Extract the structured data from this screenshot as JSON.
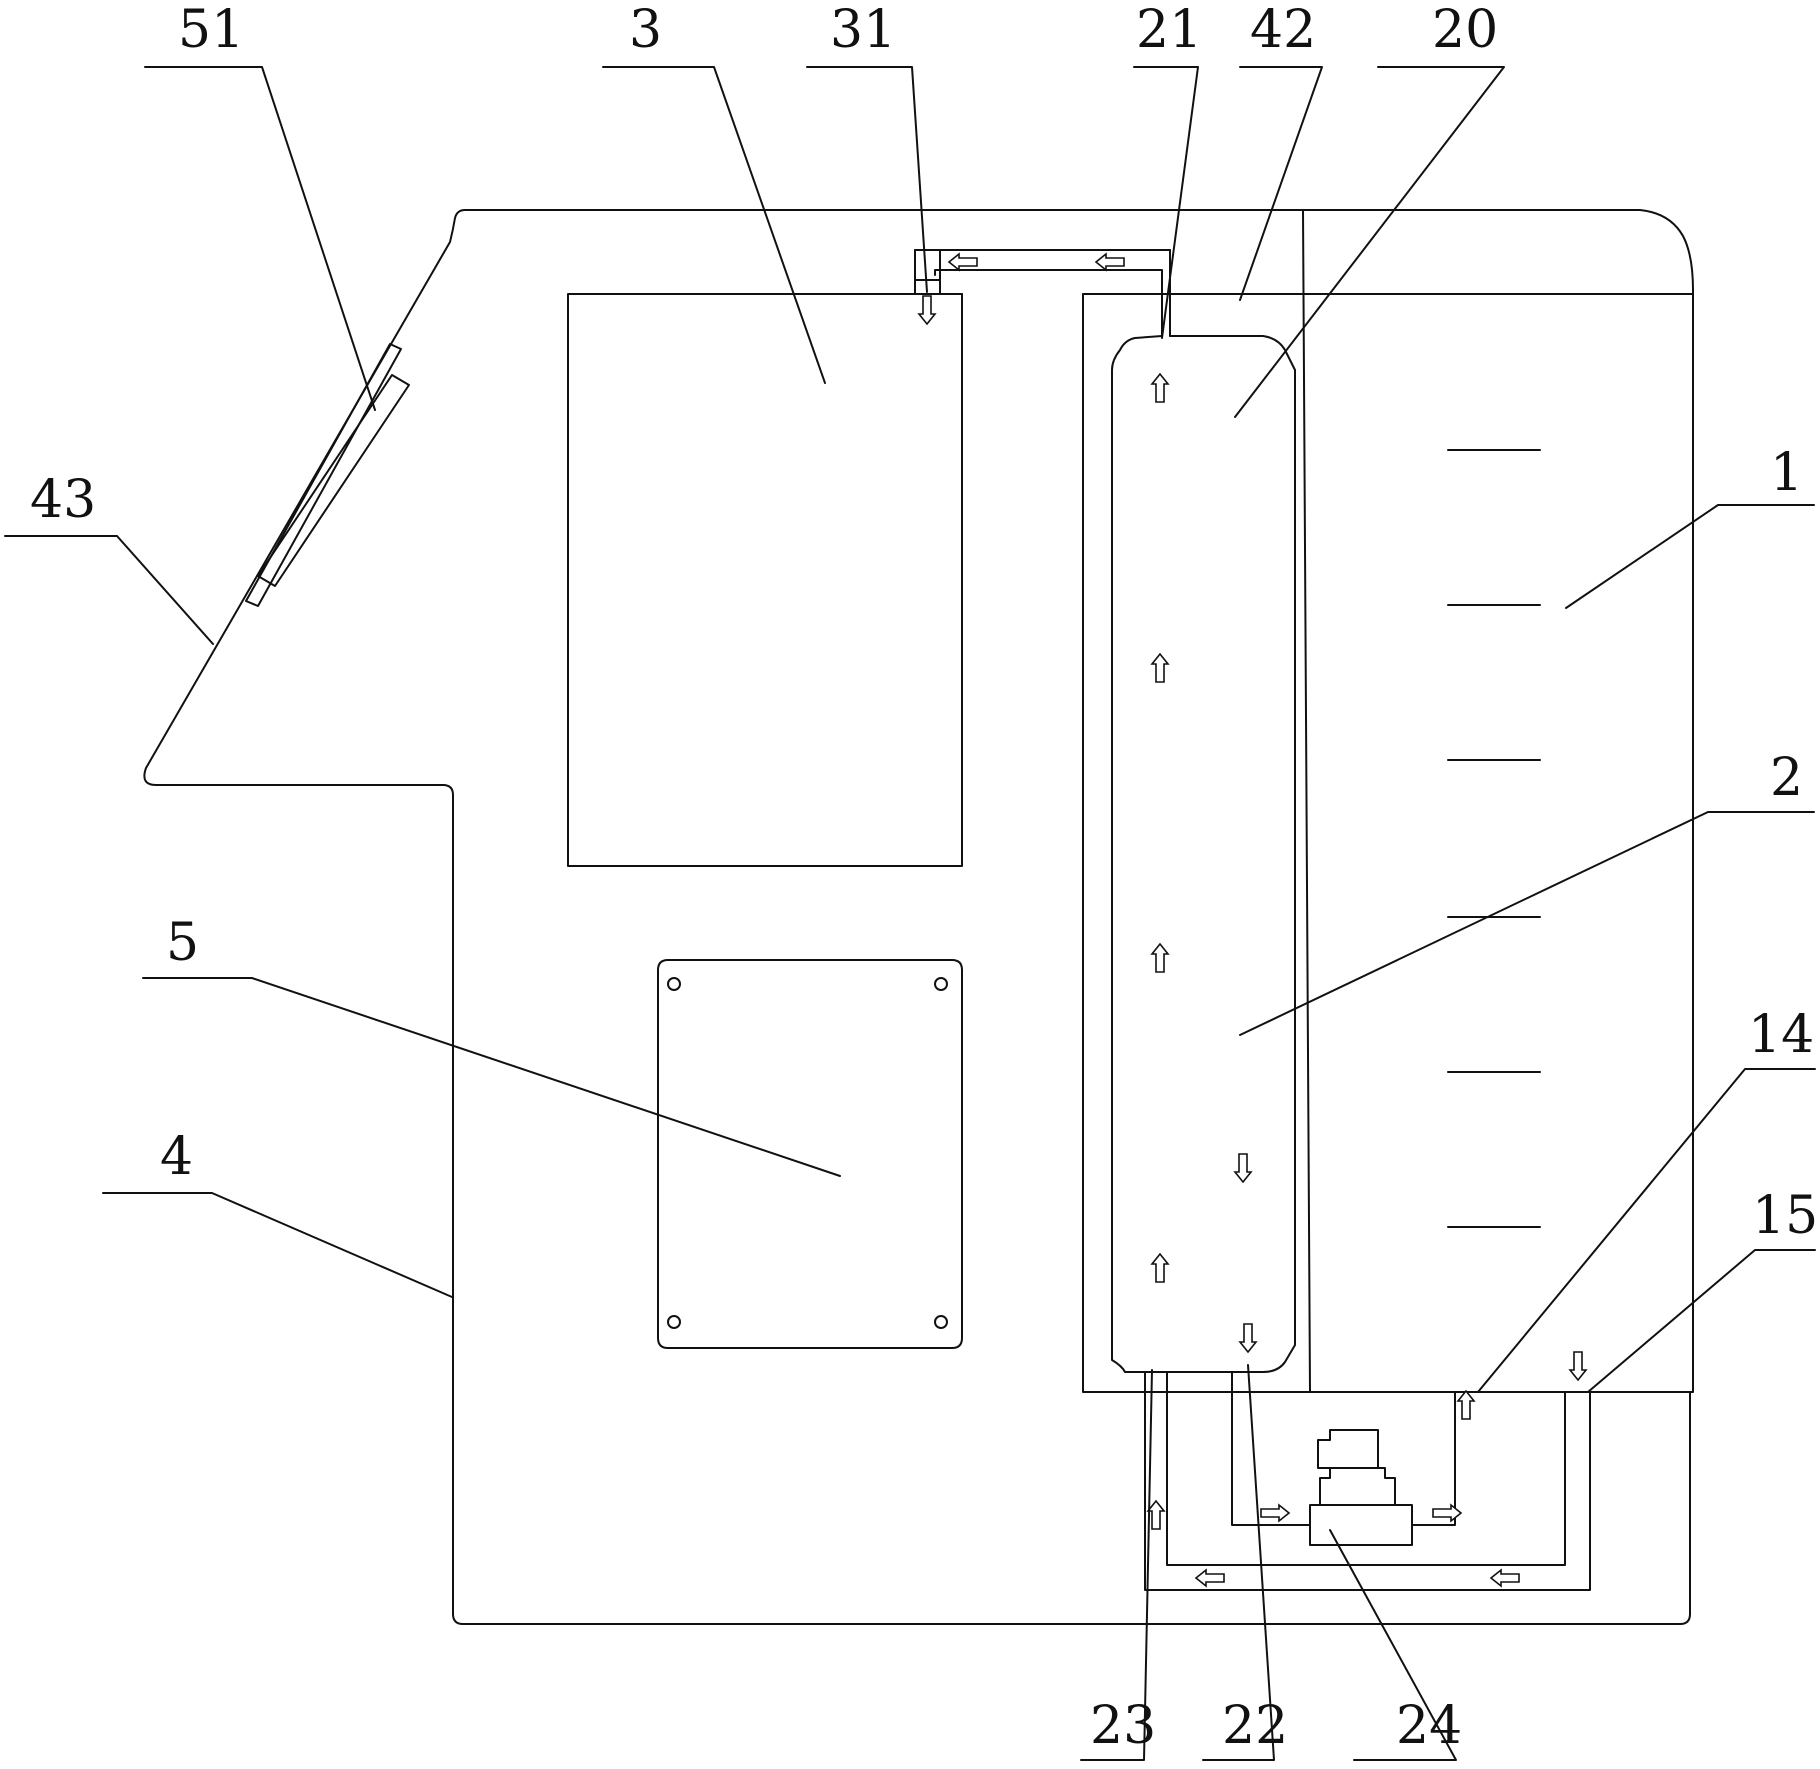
{
  "diagram": {
    "stroke_color": "#111111",
    "background": "#ffffff",
    "labels": {
      "l51": "51",
      "l3": "3",
      "l31": "31",
      "l21": "21",
      "l42": "42",
      "l20": "20",
      "l43": "43",
      "l1": "1",
      "l2": "2",
      "l5": "5",
      "l4": "4",
      "l14": "14",
      "l15": "15",
      "l23": "23",
      "l22": "22",
      "l24": "24"
    }
  }
}
